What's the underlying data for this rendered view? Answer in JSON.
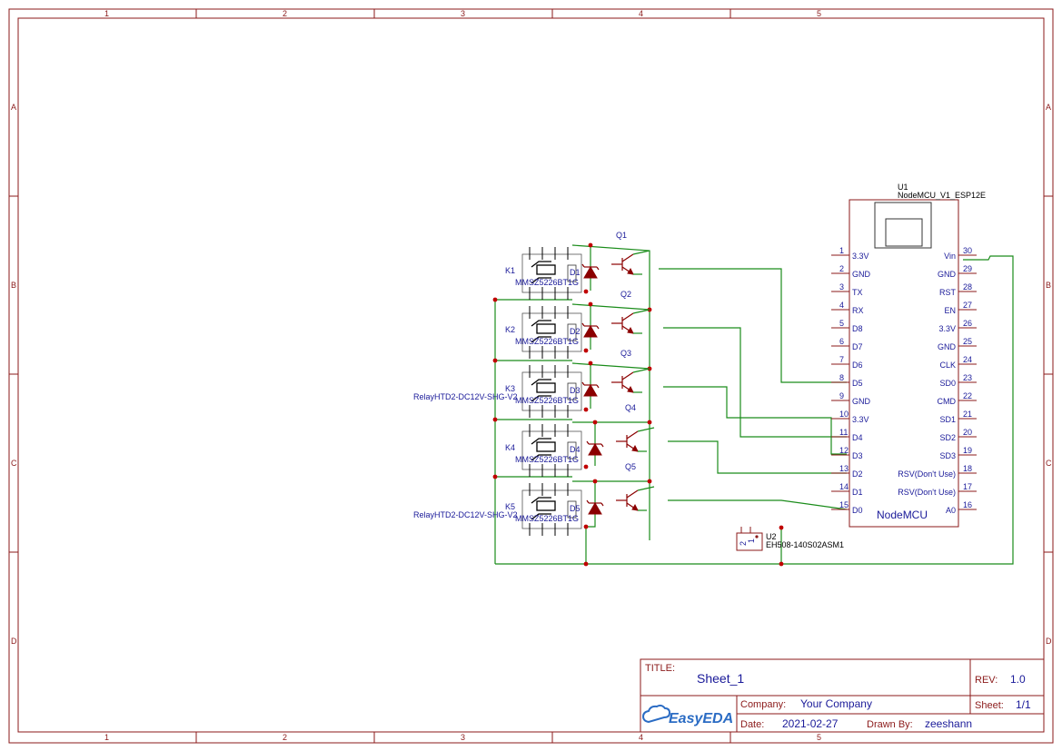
{
  "frame": {
    "columns": [
      "1",
      "2",
      "3",
      "4",
      "5"
    ],
    "rows": [
      "A",
      "B",
      "C",
      "D"
    ]
  },
  "title_block": {
    "title_label": "TITLE:",
    "title": "Sheet_1",
    "rev_label": "REV:",
    "rev": "1.0",
    "company_label": "Company:",
    "company": "Your Company",
    "sheet_label": "Sheet:",
    "sheet": "1/1",
    "date_label": "Date:",
    "date": "2021-02-27",
    "drawn_label": "Drawn By:",
    "drawn_by": "zeeshann",
    "logo": "EasyEDA"
  },
  "mcu": {
    "designator": "U1",
    "part": "NodeMCU_V1_ESP12E",
    "body_label": "NodeMCU",
    "left_pins": [
      {
        "num": "1",
        "name": "3.3V"
      },
      {
        "num": "2",
        "name": "GND"
      },
      {
        "num": "3",
        "name": "TX"
      },
      {
        "num": "4",
        "name": "RX"
      },
      {
        "num": "5",
        "name": "D8"
      },
      {
        "num": "6",
        "name": "D7"
      },
      {
        "num": "7",
        "name": "D6"
      },
      {
        "num": "8",
        "name": "D5"
      },
      {
        "num": "9",
        "name": "GND"
      },
      {
        "num": "10",
        "name": "3.3V"
      },
      {
        "num": "11",
        "name": "D4"
      },
      {
        "num": "12",
        "name": "D3"
      },
      {
        "num": "13",
        "name": "D2"
      },
      {
        "num": "14",
        "name": "D1"
      },
      {
        "num": "15",
        "name": "D0"
      }
    ],
    "right_pins": [
      {
        "num": "30",
        "name": "Vin"
      },
      {
        "num": "29",
        "name": "GND"
      },
      {
        "num": "28",
        "name": "RST"
      },
      {
        "num": "27",
        "name": "EN"
      },
      {
        "num": "26",
        "name": "3.3V"
      },
      {
        "num": "25",
        "name": "GND"
      },
      {
        "num": "24",
        "name": "CLK"
      },
      {
        "num": "23",
        "name": "SD0"
      },
      {
        "num": "22",
        "name": "CMD"
      },
      {
        "num": "21",
        "name": "SD1"
      },
      {
        "num": "20",
        "name": "SD2"
      },
      {
        "num": "19",
        "name": "SD3"
      },
      {
        "num": "18",
        "name": "RSV(Don't Use)"
      },
      {
        "num": "17",
        "name": "RSV(Don't Use)"
      },
      {
        "num": "16",
        "name": "A0"
      }
    ]
  },
  "connector": {
    "designator": "U2",
    "part": "EH508-140S02ASM1",
    "pins": [
      "2",
      "1"
    ]
  },
  "relays": [
    {
      "ref": "K1",
      "diode": "MMSZ5226BT1G",
      "diode_ref": "D1",
      "transistor": "Q1",
      "part": ""
    },
    {
      "ref": "K2",
      "diode": "MMSZ5226BT1G",
      "diode_ref": "D2",
      "transistor": "Q2",
      "part": ""
    },
    {
      "ref": "K3",
      "diode": "MMSZ5226BT1G",
      "diode_ref": "D3",
      "transistor": "Q3",
      "part": "RelayHTD2-DC12V-SHG-V2"
    },
    {
      "ref": "K4",
      "diode": "MMSZ5226BT1G",
      "diode_ref": "D4",
      "transistor": "Q4",
      "part": ""
    },
    {
      "ref": "K5",
      "diode": "MMSZ5226BT1G",
      "diode_ref": "D5",
      "transistor": "Q5",
      "part": "RelayHTD2-DC12V-SHG-V2"
    }
  ],
  "colors": {
    "frame": "#8b1a1a",
    "wire": "#1a8c1a",
    "label": "#1a1a99",
    "junction": "#c00000"
  }
}
